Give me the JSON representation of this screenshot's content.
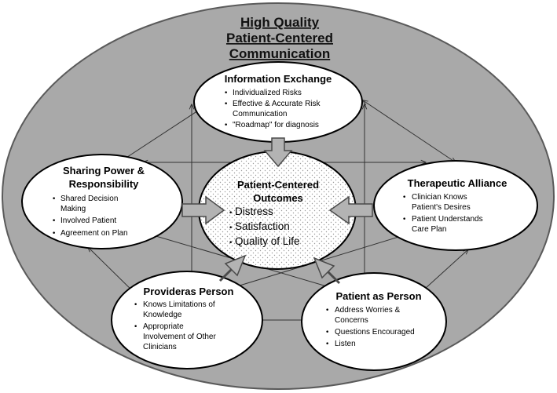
{
  "title": {
    "line1": "High Quality",
    "line2": "Patient-Centered",
    "line3": "Communication"
  },
  "nodes": {
    "information_exchange": {
      "title": "Information Exchange",
      "items": [
        "Individualized Risks",
        "Effective & Accurate Risk",
        "Communication",
        "\"Roadmap\" for diagnosis"
      ]
    },
    "sharing_power": {
      "title_line1": "Sharing Power &",
      "title_line2": "Responsibility",
      "items": [
        "Shared Decision",
        "Making",
        "Involved Patient",
        "Agreement on Plan"
      ]
    },
    "therapeutic_alliance": {
      "title": "Therapeutic Alliance",
      "items": [
        "Clinician Knows",
        "Patient's Desires",
        "Patient Understands",
        "Care Plan"
      ]
    },
    "provider_as_person": {
      "title": "Provideras Person",
      "items": [
        "Knows Limitations of",
        "Knowledge",
        "Appropriate",
        "Involvement of Other",
        "Clinicians"
      ]
    },
    "patient_as_person": {
      "title": "Patient as Person",
      "items": [
        "Address Worries &",
        "Concerns",
        "Questions Encouraged",
        "Listen"
      ]
    },
    "center": {
      "title_line1": "Patient-Centered",
      "title_line2": "Outcomes",
      "items": [
        "Distress",
        "Satisfaction",
        "Quality of Life"
      ]
    }
  },
  "colors": {
    "outer_fill": "#a9a9a9",
    "outer_stroke": "#5a5a5a",
    "node_fill": "#ffffff",
    "node_stroke": "#000000",
    "arrow_stroke": "#333333",
    "block_arrow_fill": "#b3b3b3",
    "block_arrow_stroke": "#4a4a4a"
  }
}
